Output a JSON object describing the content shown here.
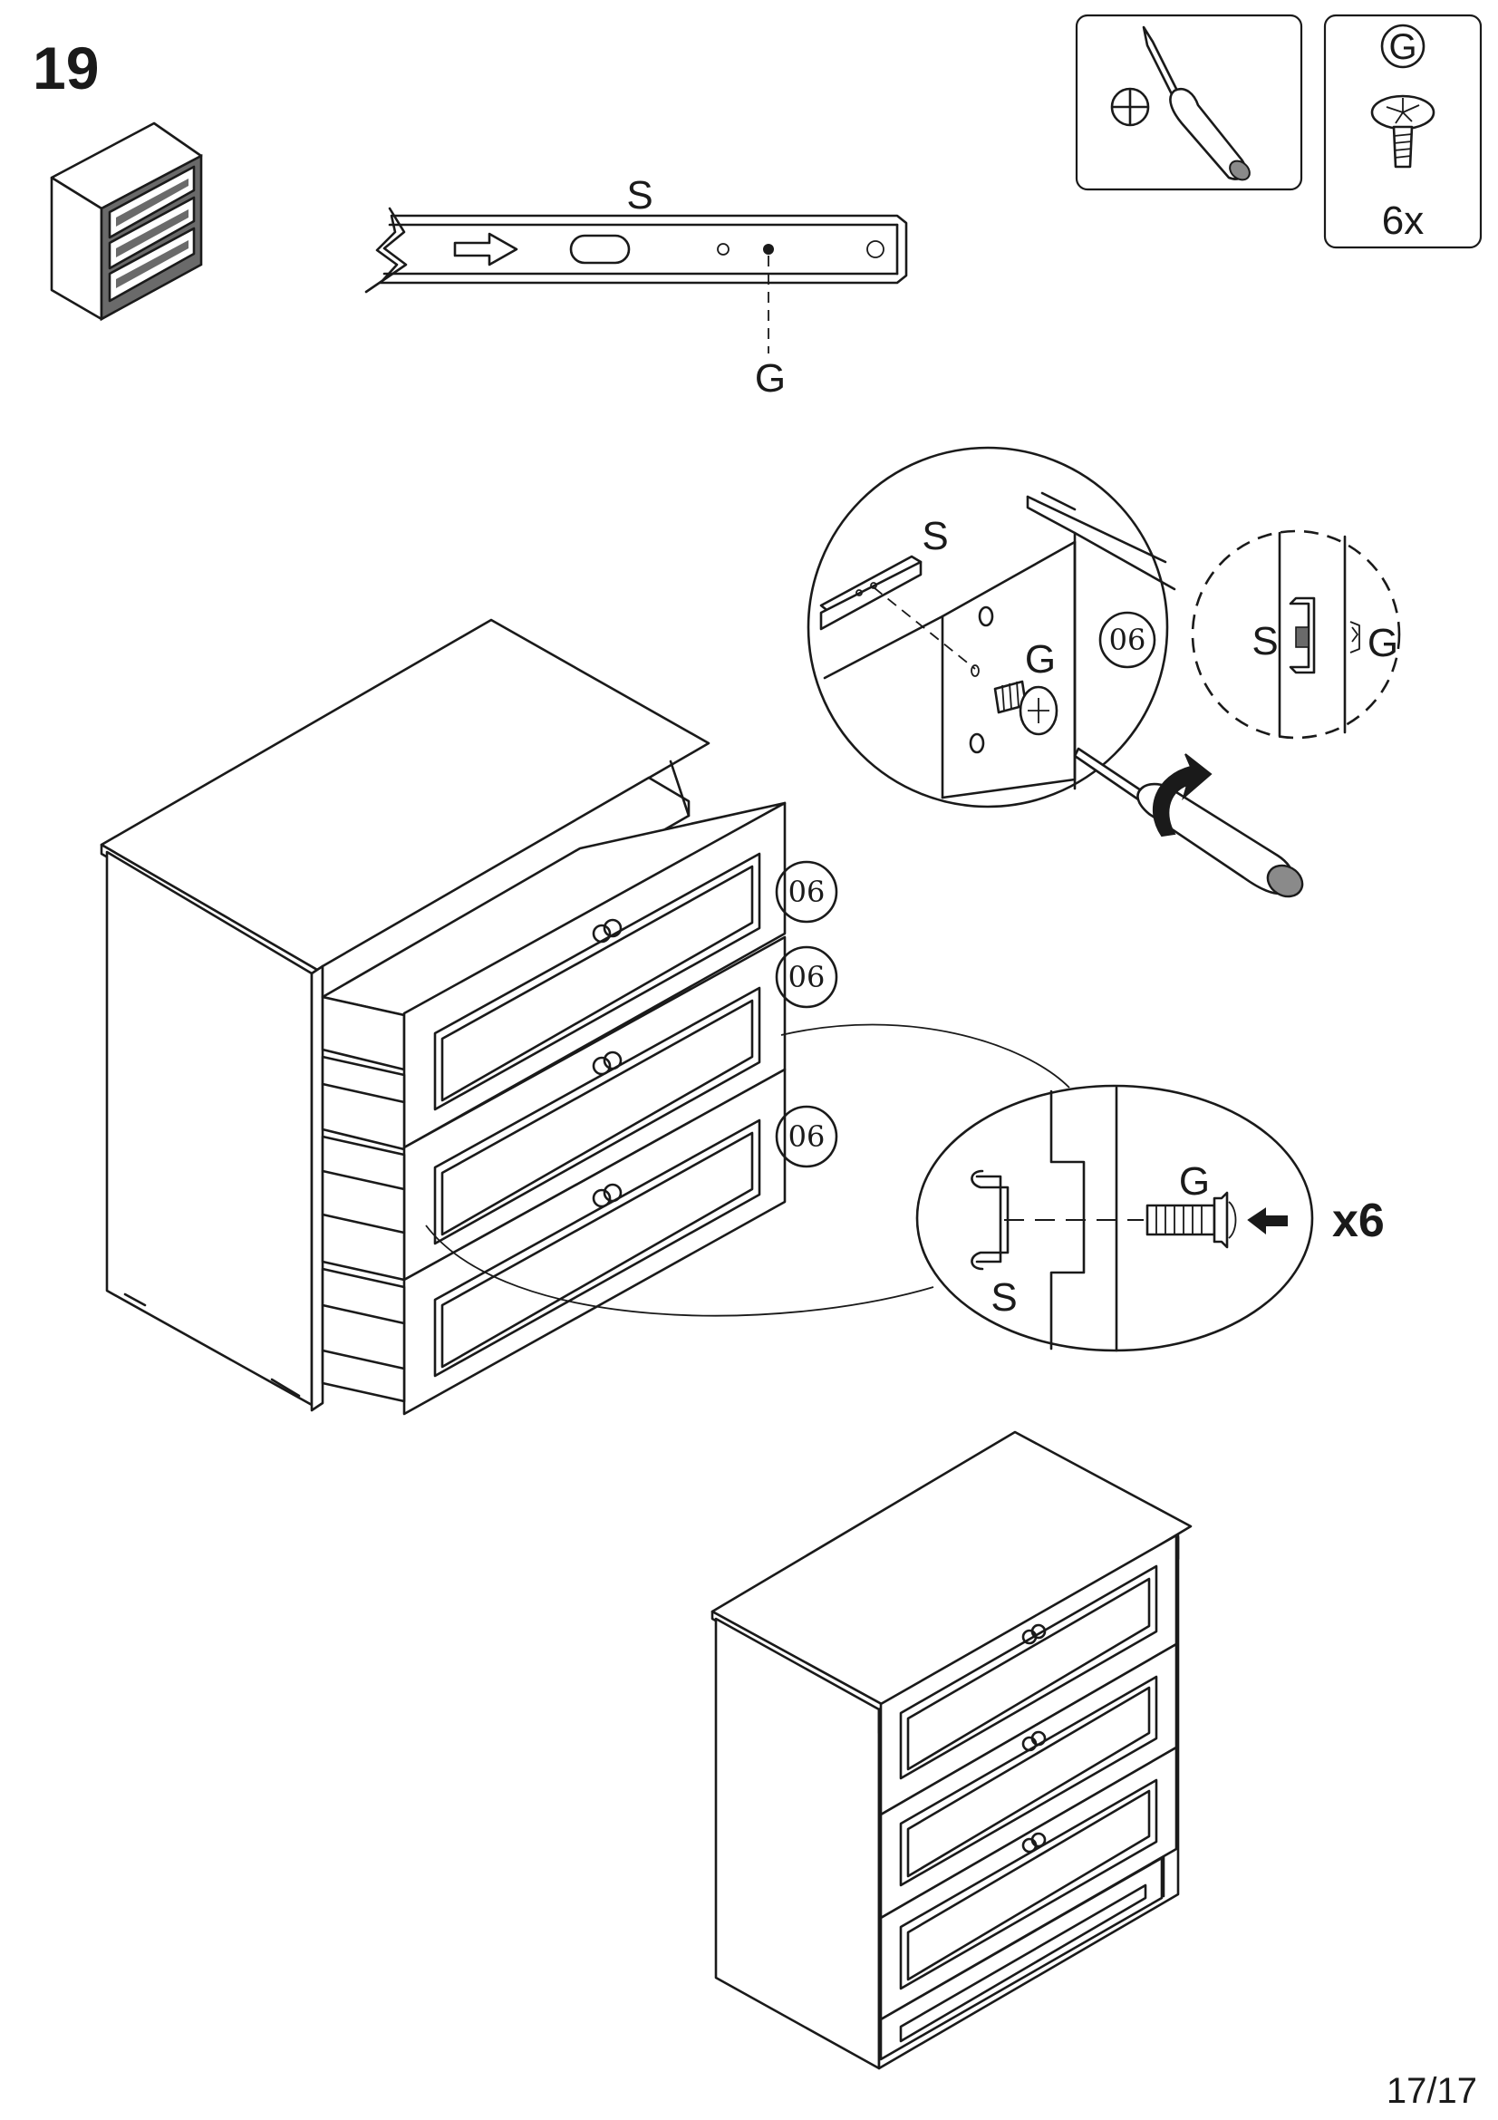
{
  "step": {
    "number": "19"
  },
  "tools": {
    "screwdriver_icon": "phillips-screwdriver-icon",
    "fitting_label": "G",
    "fitting_quantity": "6x"
  },
  "rail_detail": {
    "rail_label": "S",
    "hole_label": "G"
  },
  "zoom_top": {
    "rail_label": "S",
    "screw_label": "G",
    "part_badge": "06"
  },
  "zoom_side": {
    "left_label": "S",
    "right_label": "G"
  },
  "drawers": {
    "badges": [
      "06",
      "06",
      "06"
    ]
  },
  "zoom_bottom": {
    "screw_label": "G",
    "rail_label": "S",
    "multiplier": "x6"
  },
  "page_number": "17/17"
}
